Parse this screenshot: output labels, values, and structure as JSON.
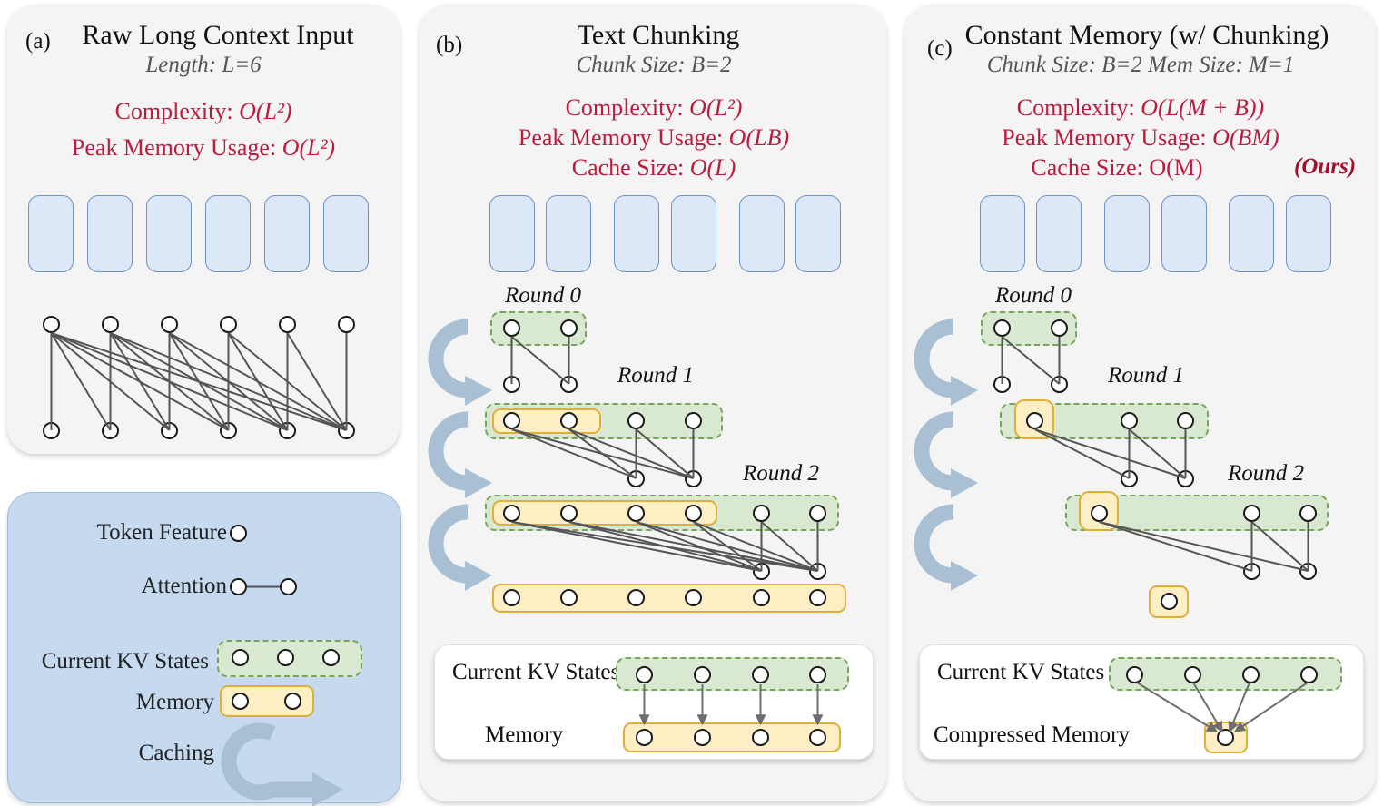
{
  "figure": {
    "panels": [
      {
        "tag": "(a)",
        "title": "Raw Long Context Input",
        "subtitle": "Length: L=6",
        "metrics": [
          {
            "label": "Complexity: ",
            "value": "O(L²)"
          },
          {
            "label": "Peak Memory Usage: ",
            "value": "O(L²)"
          }
        ]
      },
      {
        "tag": "(b)",
        "title": "Text Chunking",
        "subtitle": "Chunk Size: B=2",
        "metrics": [
          {
            "label": "Complexity: ",
            "value": "O(L²)"
          },
          {
            "label": "Peak Memory Usage: ",
            "value": "O(LB)"
          },
          {
            "label": "Cache Size: ",
            "value": "O(L)"
          }
        ],
        "rounds": [
          "Round 0",
          "Round 1",
          "Round 2"
        ],
        "subpanel": {
          "kv": "Current KV States",
          "mem": "Memory"
        }
      },
      {
        "tag": "(c)",
        "title": "Constant Memory (w/ Chunking)",
        "subtitle": "Chunk Size: B=2 Mem Size: M=1",
        "metrics": [
          {
            "label": "Complexity: ",
            "value": "O(L(M + B))"
          },
          {
            "label": "Peak Memory Usage: ",
            "value": "O(BM)"
          },
          {
            "label": "Cache Size: ",
            "value": "O(M)"
          }
        ],
        "ours": "(Ours)",
        "rounds": [
          "Round 0",
          "Round 1",
          "Round 2"
        ],
        "subpanel": {
          "kv": "Current KV States",
          "mem": "Compressed Memory"
        }
      }
    ],
    "legend": {
      "items": [
        {
          "label": "Token Feature",
          "icon": "token-node"
        },
        {
          "label": "Attention",
          "icon": "attention-edge"
        },
        {
          "label": "Current KV States",
          "icon": "green-kv-box"
        },
        {
          "label": "Memory",
          "icon": "yellow-memory-box"
        },
        {
          "label": "Caching",
          "icon": "caching-arrow"
        }
      ]
    },
    "colors": {
      "panel_bg": "#f4f4f4",
      "legend_bg": "#c5d9ef",
      "token_box": "#dce8f8",
      "token_box_border": "#6e93c8",
      "kv_green": "#d9e8d0",
      "kv_green_border": "#76a35e",
      "memory_yellow": "#fdeec4",
      "memory_yellow_border": "#e0ae3a",
      "metric_red": "#bd1b3e",
      "ours_red": "#a4102c",
      "cache_arrow": "#a9c0d4",
      "edge": "#6d6d6d"
    }
  }
}
